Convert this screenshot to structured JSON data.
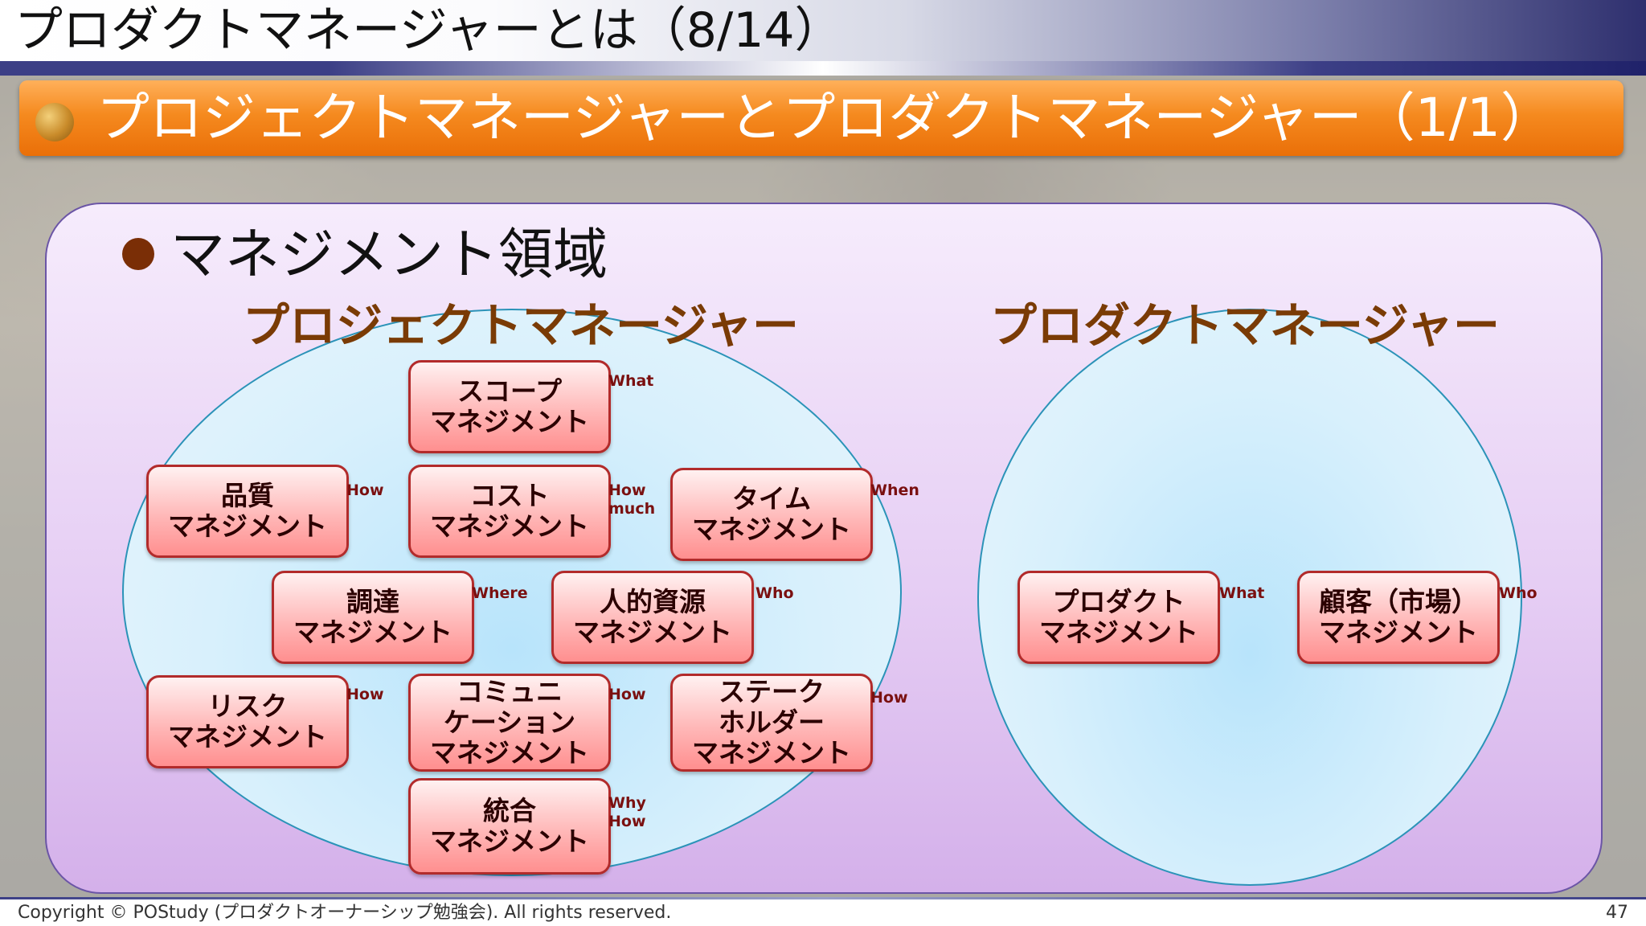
{
  "slide": {
    "title": "プロダクトマネージャーとは（8/14）",
    "banner": "プロジェクトマネージャーとプロダクトマネージャー（1/1）",
    "section_heading": "マネジメント領域",
    "footer_copyright": "Copyright © POStudy (プロダクトオーナーシップ勉強会).  All rights reserved.",
    "page_number": "47"
  },
  "project_manager": {
    "title": "プロジェクトマネージャー",
    "areas": [
      {
        "label": "スコープ\nマネジメント",
        "tag": "What"
      },
      {
        "label": "品質\nマネジメント",
        "tag": "How"
      },
      {
        "label": "コスト\nマネジメント",
        "tag": "How\nmuch"
      },
      {
        "label": "タイム\nマネジメント",
        "tag": "When"
      },
      {
        "label": "調達\nマネジメント",
        "tag": "Where"
      },
      {
        "label": "人的資源\nマネジメント",
        "tag": "Who"
      },
      {
        "label": "リスク\nマネジメント",
        "tag": "How"
      },
      {
        "label": "コミュニ\nケーション\nマネジメント",
        "tag": "How"
      },
      {
        "label": "ステーク\nホルダー\nマネジメント",
        "tag": "How"
      },
      {
        "label": "統合\nマネジメント",
        "tag": "Why\nHow"
      }
    ]
  },
  "product_manager": {
    "title": "プロダクトマネージャー",
    "areas": [
      {
        "label": "プロダクト\nマネジメント",
        "tag": "What"
      },
      {
        "label": "顧客（市場）\nマネジメント",
        "tag": "Who"
      }
    ]
  },
  "colors": {
    "banner_orange": "#f58a1f",
    "heading_brown": "#7a3b05",
    "box_border": "#b22b2b",
    "ellipse_border": "#2b93b8"
  }
}
